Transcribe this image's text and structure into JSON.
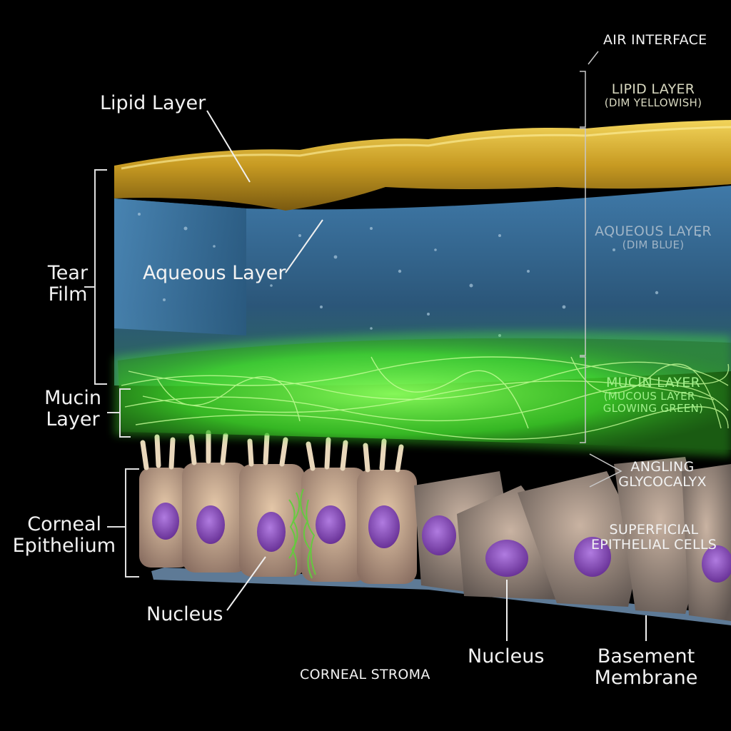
{
  "labels": {
    "lipid_layer": "Lipid Layer",
    "aqueous_layer": "Aqueous Layer",
    "tear_film": [
      "Tear",
      "Film"
    ],
    "mucin_layer": [
      "Mucin",
      "Layer"
    ],
    "corneal_epithelium": [
      "Corneal",
      "Epithelium"
    ],
    "nucleus_left": "Nucleus",
    "nucleus_right": "Nucleus",
    "basement_membrane": [
      "Basement",
      "Membrane"
    ],
    "corneal_stroma": "CORNEAL STROMA"
  },
  "right_panel": {
    "air_interface": "AIR INTERFACE",
    "lipid": [
      "LIPID LAYER",
      "(DIM YELLOWISH)"
    ],
    "aqueous": [
      "AQUEOUS LAYER",
      "(DIM BLUE)"
    ],
    "mucin": [
      "MUCIN LAYER",
      "(MUCOUS LAYER -",
      "GLOWING GREEN)"
    ],
    "glycocalyx": [
      "ANGLING",
      "GLYCOCALYX"
    ],
    "superficial": [
      "SUPERFICIAL",
      "EPITHELIAL CELLS"
    ]
  },
  "colors": {
    "lipid": "#c9a326",
    "aqueous": "#2f5f86",
    "mucin": "#5cff3a",
    "cell": "#b89a86",
    "nucleus": "#8a4fc0",
    "membrane": "#6f8fb0"
  }
}
